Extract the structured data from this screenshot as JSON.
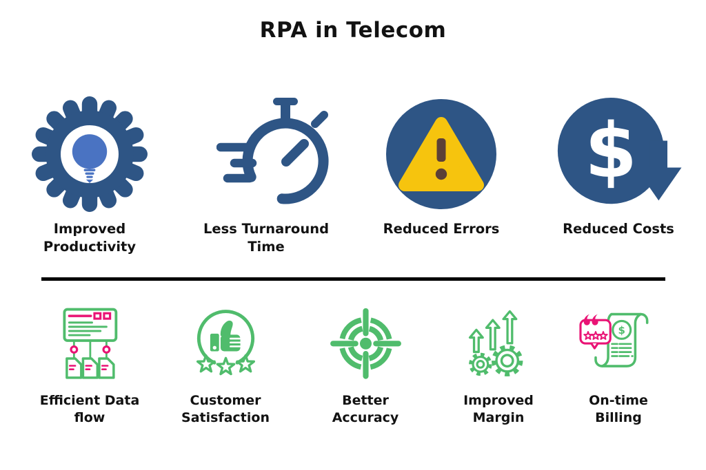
{
  "title": "RPA in Telecom",
  "colors": {
    "dark_blue": "#2E5585",
    "light_blue": "#4A73C2",
    "yellow": "#F6C40E",
    "brown": "#5C4037",
    "green": "#50BC6C",
    "pink": "#E91375",
    "text": "#121212",
    "divider": "#000000",
    "background": "#FFFFFF"
  },
  "top_row": [
    {
      "label": "Improved\nProductivity",
      "icon": "gear-lightbulb-icon"
    },
    {
      "label": "Less Turnaround\nTime",
      "icon": "stopwatch-icon"
    },
    {
      "label": "Reduced Errors",
      "icon": "warning-triangle-icon"
    },
    {
      "label": "Reduced Costs",
      "icon": "dollar-down-arrow-icon",
      "symbol": "$"
    }
  ],
  "bottom_row": [
    {
      "label": "Efficient Data\nflow",
      "icon": "data-flow-icon"
    },
    {
      "label": "Customer\nSatisfaction",
      "icon": "thumbs-up-stars-icon"
    },
    {
      "label": "Better\nAccuracy",
      "icon": "target-icon"
    },
    {
      "label": "Improved\nMargin",
      "icon": "rising-arrows-gears-icon"
    },
    {
      "label": "On-time\nBilling",
      "icon": "billing-receipt-icon",
      "symbol": "$"
    }
  ]
}
